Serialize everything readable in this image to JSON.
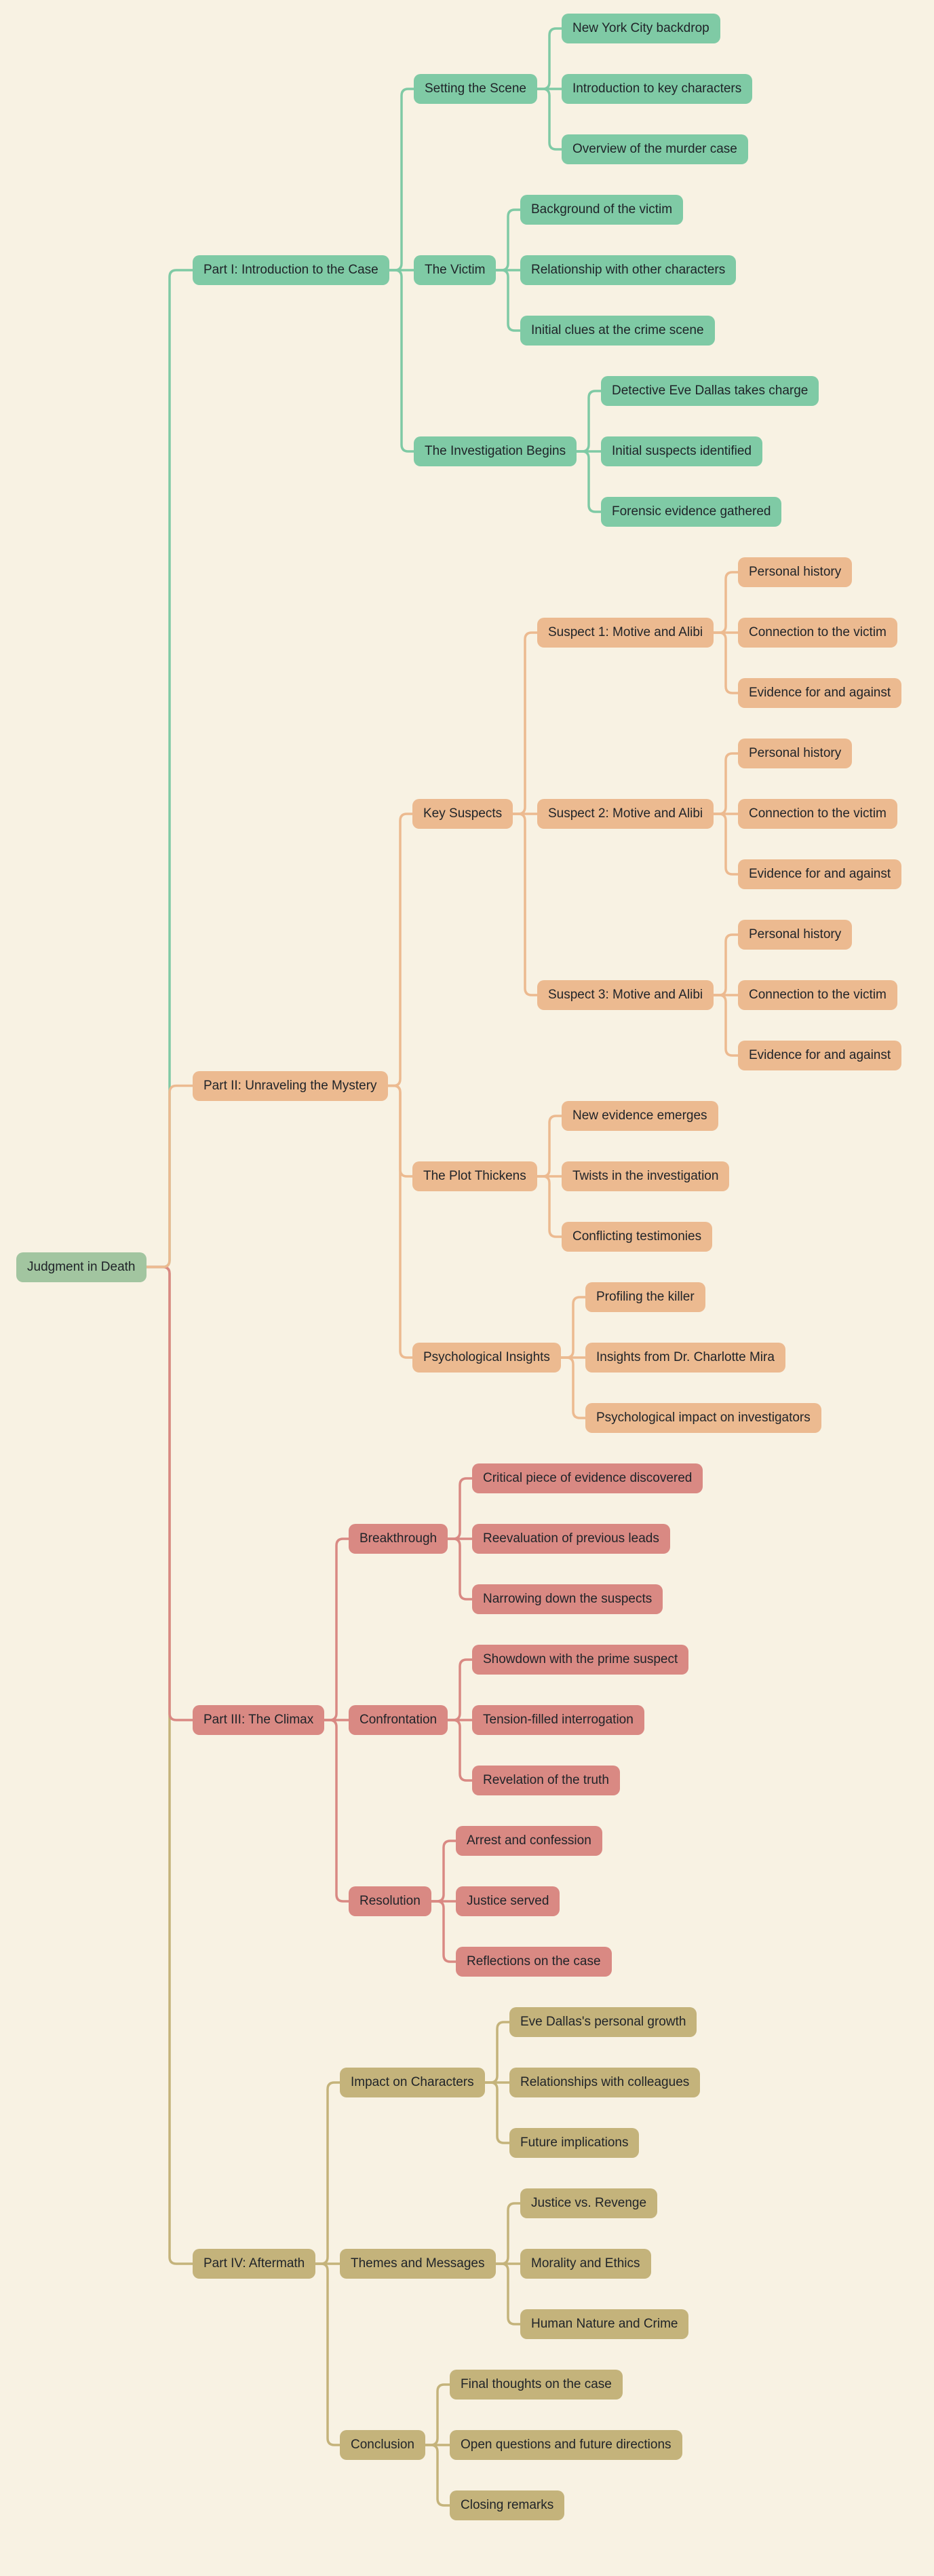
{
  "page": {
    "background": "#f8f2e3",
    "text_color": "#1f2328"
  },
  "root": {
    "label": "Judgment in Death",
    "color": "#a2c5a0",
    "children": [
      {
        "label": "Part I: Introduction to the Case",
        "color": "#7fcaa5",
        "children": [
          {
            "label": "Setting the Scene",
            "children": [
              {
                "label": "New York City backdrop"
              },
              {
                "label": "Introduction to key characters"
              },
              {
                "label": "Overview of the murder case"
              }
            ]
          },
          {
            "label": "The Victim",
            "children": [
              {
                "label": "Background of the victim"
              },
              {
                "label": "Relationship with other characters"
              },
              {
                "label": "Initial clues at the crime scene"
              }
            ]
          },
          {
            "label": "The Investigation Begins",
            "children": [
              {
                "label": "Detective Eve Dallas takes charge"
              },
              {
                "label": "Initial suspects identified"
              },
              {
                "label": "Forensic evidence gathered"
              }
            ]
          }
        ]
      },
      {
        "label": "Part II: Unraveling the Mystery",
        "color": "#ecba90",
        "children": [
          {
            "label": "Key Suspects",
            "children": [
              {
                "label": "Suspect 1: Motive and Alibi",
                "children": [
                  {
                    "label": "Personal history"
                  },
                  {
                    "label": "Connection to the victim"
                  },
                  {
                    "label": "Evidence for and against"
                  }
                ]
              },
              {
                "label": "Suspect 2: Motive and Alibi",
                "children": [
                  {
                    "label": "Personal history"
                  },
                  {
                    "label": "Connection to the victim"
                  },
                  {
                    "label": "Evidence for and against"
                  }
                ]
              },
              {
                "label": "Suspect 3: Motive and Alibi",
                "children": [
                  {
                    "label": "Personal history"
                  },
                  {
                    "label": "Connection to the victim"
                  },
                  {
                    "label": "Evidence for and against"
                  }
                ]
              }
            ]
          },
          {
            "label": "The Plot Thickens",
            "children": [
              {
                "label": "New evidence emerges"
              },
              {
                "label": "Twists in the investigation"
              },
              {
                "label": "Conflicting testimonies"
              }
            ]
          },
          {
            "label": "Psychological Insights",
            "children": [
              {
                "label": "Profiling the killer"
              },
              {
                "label": "Insights from Dr. Charlotte Mira"
              },
              {
                "label": "Psychological impact on investigators"
              }
            ]
          }
        ]
      },
      {
        "label": "Part III: The Climax",
        "color": "#d98983",
        "children": [
          {
            "label": "Breakthrough",
            "children": [
              {
                "label": "Critical piece of evidence discovered"
              },
              {
                "label": "Reevaluation of previous leads"
              },
              {
                "label": "Narrowing down the suspects"
              }
            ]
          },
          {
            "label": "Confrontation",
            "children": [
              {
                "label": "Showdown with the prime suspect"
              },
              {
                "label": "Tension-filled interrogation"
              },
              {
                "label": "Revelation of the truth"
              }
            ]
          },
          {
            "label": "Resolution",
            "children": [
              {
                "label": "Arrest and confession"
              },
              {
                "label": "Justice served"
              },
              {
                "label": "Reflections on the case"
              }
            ]
          }
        ]
      },
      {
        "label": "Part IV: Aftermath",
        "color": "#c4b37b",
        "children": [
          {
            "label": "Impact on Characters",
            "children": [
              {
                "label": "Eve Dallas's personal growth"
              },
              {
                "label": "Relationships with colleagues"
              },
              {
                "label": "Future implications"
              }
            ]
          },
          {
            "label": "Themes and Messages",
            "children": [
              {
                "label": "Justice vs. Revenge"
              },
              {
                "label": "Morality and Ethics"
              },
              {
                "label": "Human Nature and Crime"
              }
            ]
          },
          {
            "label": "Conclusion",
            "children": [
              {
                "label": "Final thoughts on the case"
              },
              {
                "label": "Open questions and future directions"
              },
              {
                "label": "Closing remarks"
              }
            ]
          }
        ]
      }
    ]
  }
}
